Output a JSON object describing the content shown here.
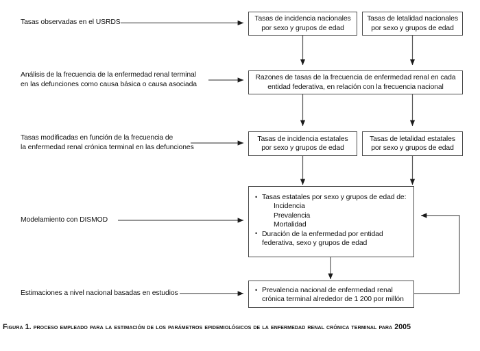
{
  "figure": {
    "background_color": "#ffffff",
    "line_color": "#555555",
    "box_border_color": "#4a4a4a",
    "text_color": "#111111"
  },
  "stages": [
    {
      "id": "observed-rates",
      "label": "Tasas observadas en el USRDS"
    },
    {
      "id": "frequency-analysis",
      "label": "Análisis de la frecuencia de la enfermedad renal terminal\nen las defunciones como causa básica o causa asociada"
    },
    {
      "id": "modified-rates",
      "label": "Tasas modificadas en función de la frecuencia de\nla enfermedad renal crónica terminal en las defunciones"
    },
    {
      "id": "dismod-modeling",
      "label": "Modelamiento con DISMOD"
    },
    {
      "id": "national-estimations",
      "label": "Estimaciones a nivel nacional basadas en estudios"
    }
  ],
  "boxes": {
    "national_incidence": "Tasas de incidencia nacionales\npor sexo y grupos de edad",
    "national_lethality": "Tasas de letalidad nacionales\npor sexo y grupos de edad",
    "rate_ratios": "Razones de tasas de la frecuencia de enfermedad renal en cada\nentidad federativa, en relación con la frecuencia nacional",
    "state_incidence": "Tasas de incidencia estatales\npor sexo y grupos de edad",
    "state_lethality": "Tasas de letalidad estatales\npor sexo y grupos de edad",
    "dismod_outputs": {
      "bullet_1": "Tasas estatales por sexo y grupos de edad de:",
      "sub_items": [
        "Incidencia",
        "Prevalencia",
        "Mortalidad"
      ],
      "bullet_2": "Duración de la enfermedad por entidad\nfederativa, sexo y grupos de edad"
    },
    "national_prevalence": {
      "bullet_1": "Prevalencia nacional de enfermedad renal\ncrónica terminal alrededor de 1 200 por millón"
    }
  },
  "caption": {
    "prefix": "Figura 1.",
    "text": " Proceso empleado para la estimación de los parámetros epidemiológicos de la enfermedad renal crónica terminal para 2005"
  }
}
